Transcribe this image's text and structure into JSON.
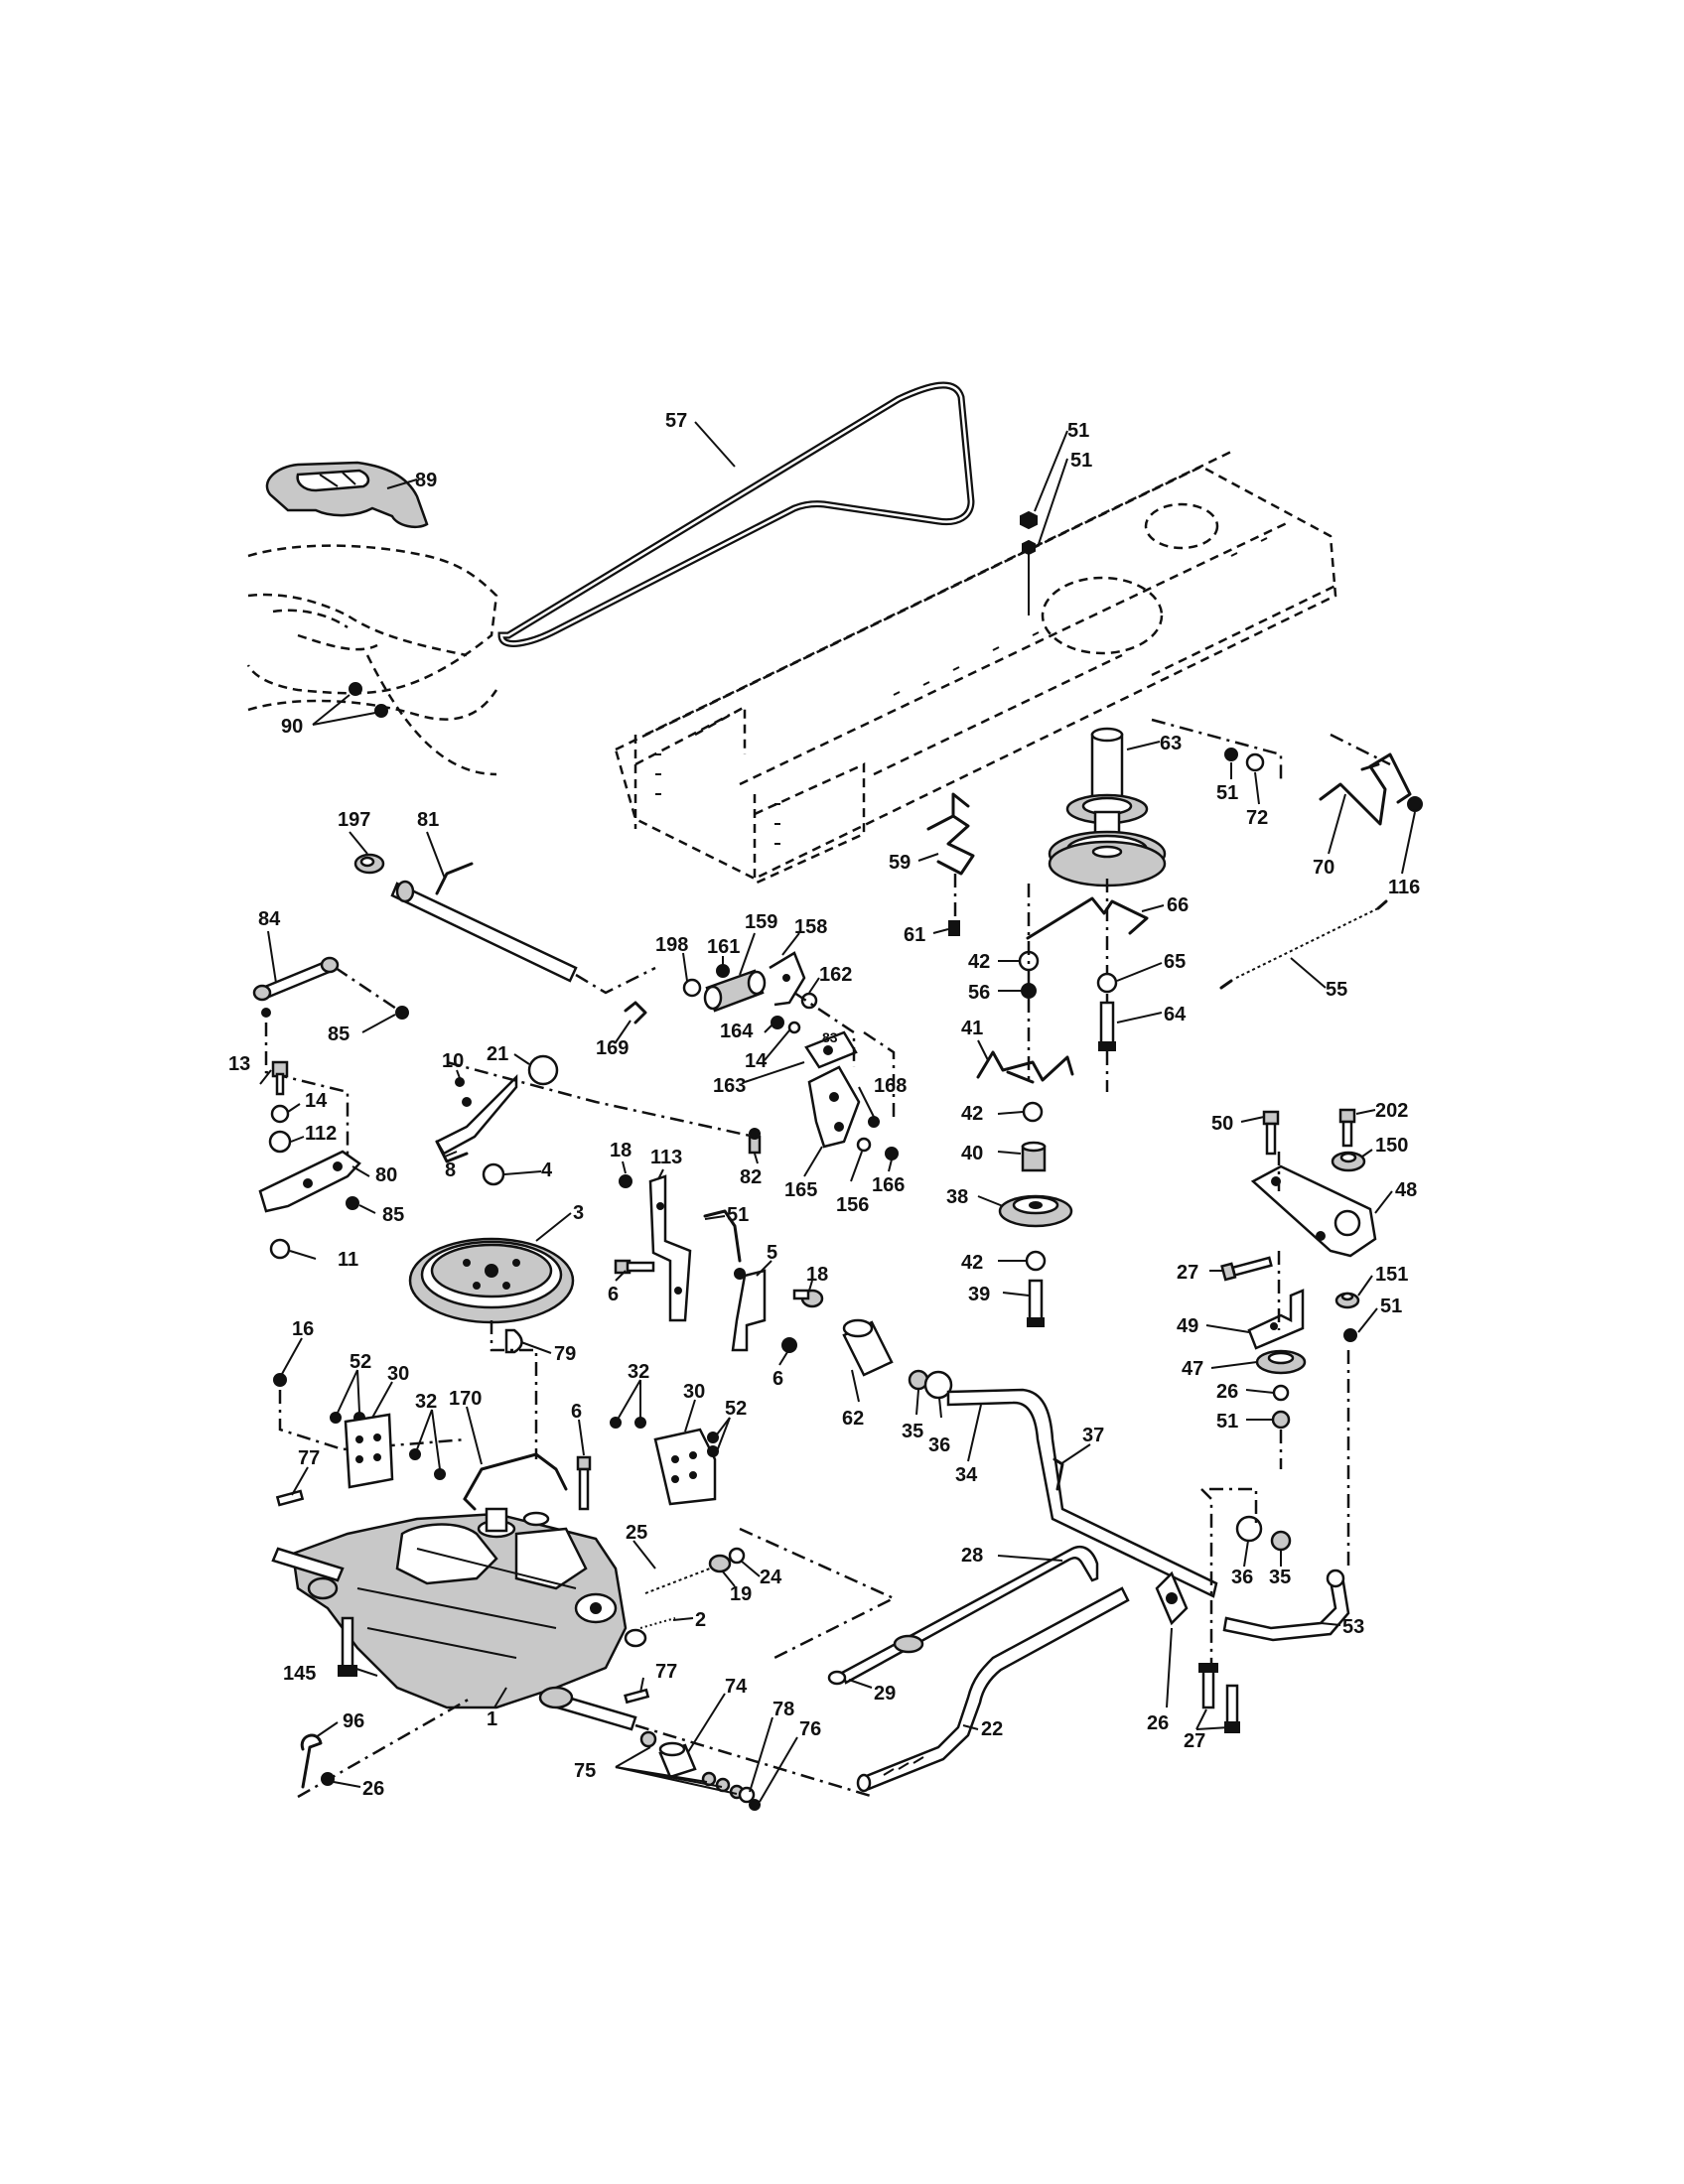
{
  "diagram": {
    "callouts": [
      "57",
      "51",
      "51",
      "89",
      "90",
      "63",
      "51",
      "72",
      "70",
      "116",
      "59",
      "61",
      "66",
      "42",
      "56",
      "65",
      "64",
      "55",
      "197",
      "81",
      "84",
      "85",
      "198",
      "161",
      "159",
      "158",
      "162",
      "164",
      "14",
      "163",
      "83",
      "168",
      "166",
      "156",
      "165",
      "82",
      "169",
      "21",
      "10",
      "8",
      "13",
      "14",
      "112",
      "80",
      "85",
      "11",
      "4",
      "3",
      "18",
      "113",
      "51",
      "6",
      "5",
      "18",
      "6",
      "79",
      "41",
      "42",
      "40",
      "38",
      "42",
      "39",
      "50",
      "202",
      "150",
      "48",
      "27",
      "151",
      "51",
      "49",
      "47",
      "26",
      "51",
      "16",
      "52",
      "30",
      "32",
      "6",
      "170",
      "32",
      "30",
      "52",
      "77",
      "25",
      "24",
      "19",
      "2",
      "77",
      "145",
      "1",
      "96",
      "26",
      "74",
      "78",
      "76",
      "75",
      "62",
      "35",
      "36",
      "34",
      "37",
      "28",
      "29",
      "22",
      "36",
      "35",
      "53",
      "26",
      "27"
    ]
  }
}
